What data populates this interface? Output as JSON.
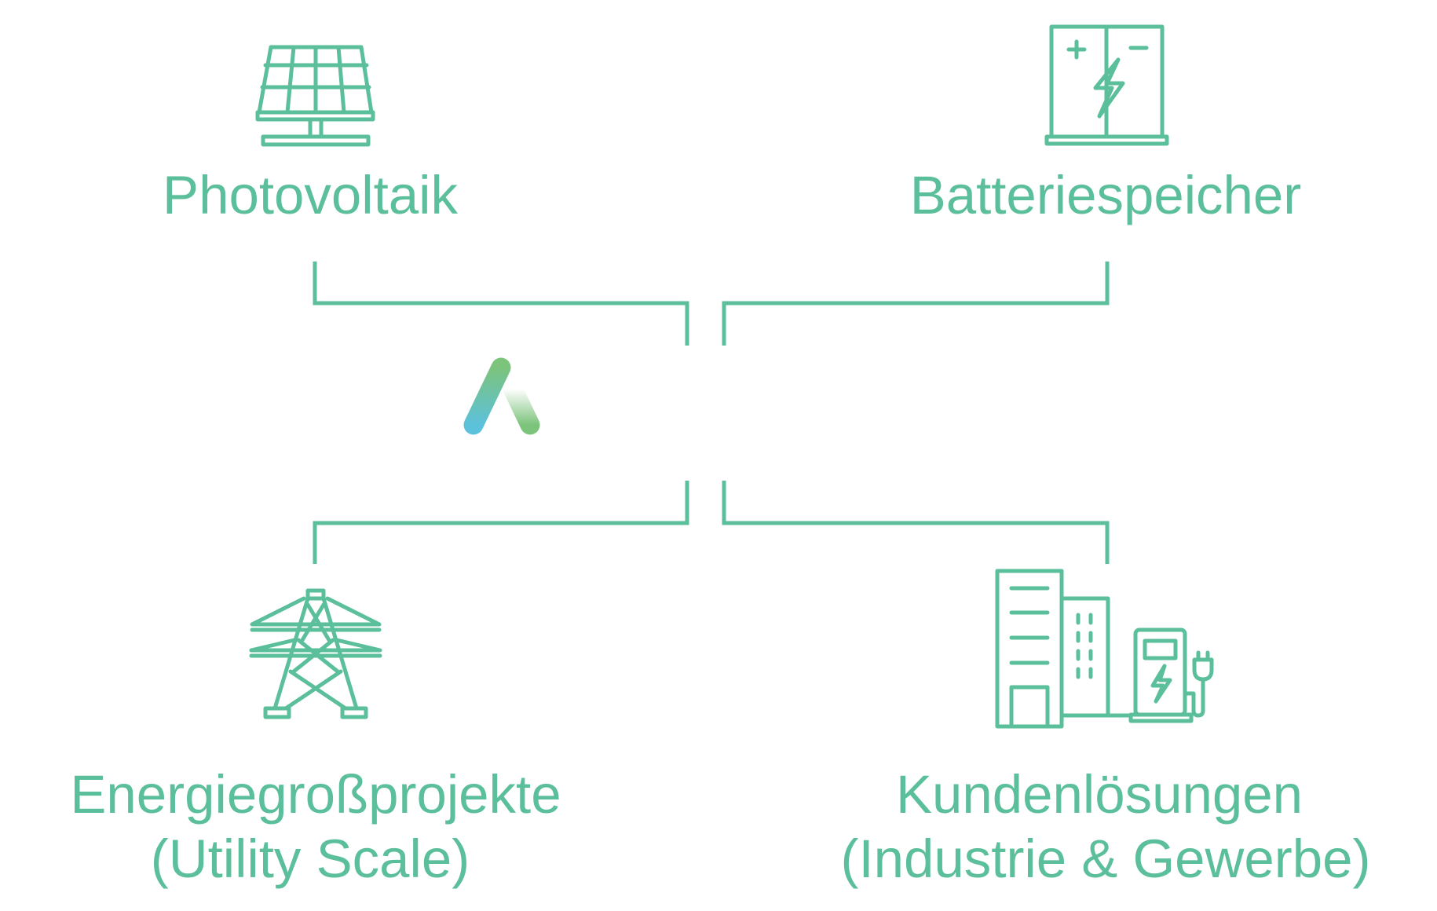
{
  "colors": {
    "primary": "#5bbf9b",
    "logo_gradient_start": "#5cc1db",
    "logo_gradient_end": "#7cc37c"
  },
  "nodes": {
    "photovoltaik": {
      "icon": "solar-panel-icon",
      "label": "Photovoltaik"
    },
    "batteriespeicher": {
      "icon": "battery-storage-icon",
      "label": "Batteriespeicher"
    },
    "utility_scale": {
      "icon": "power-pylon-icon",
      "label_line1": "Energiegroßprojekte",
      "label_line2": "(Utility Scale)"
    },
    "kundenloesungen": {
      "icon": "building-charging-station-icon",
      "label_line1": "Kundenlösungen",
      "label_line2": "(Industrie & Gewerbe)"
    }
  },
  "center": {
    "icon": "company-logo-mark"
  }
}
